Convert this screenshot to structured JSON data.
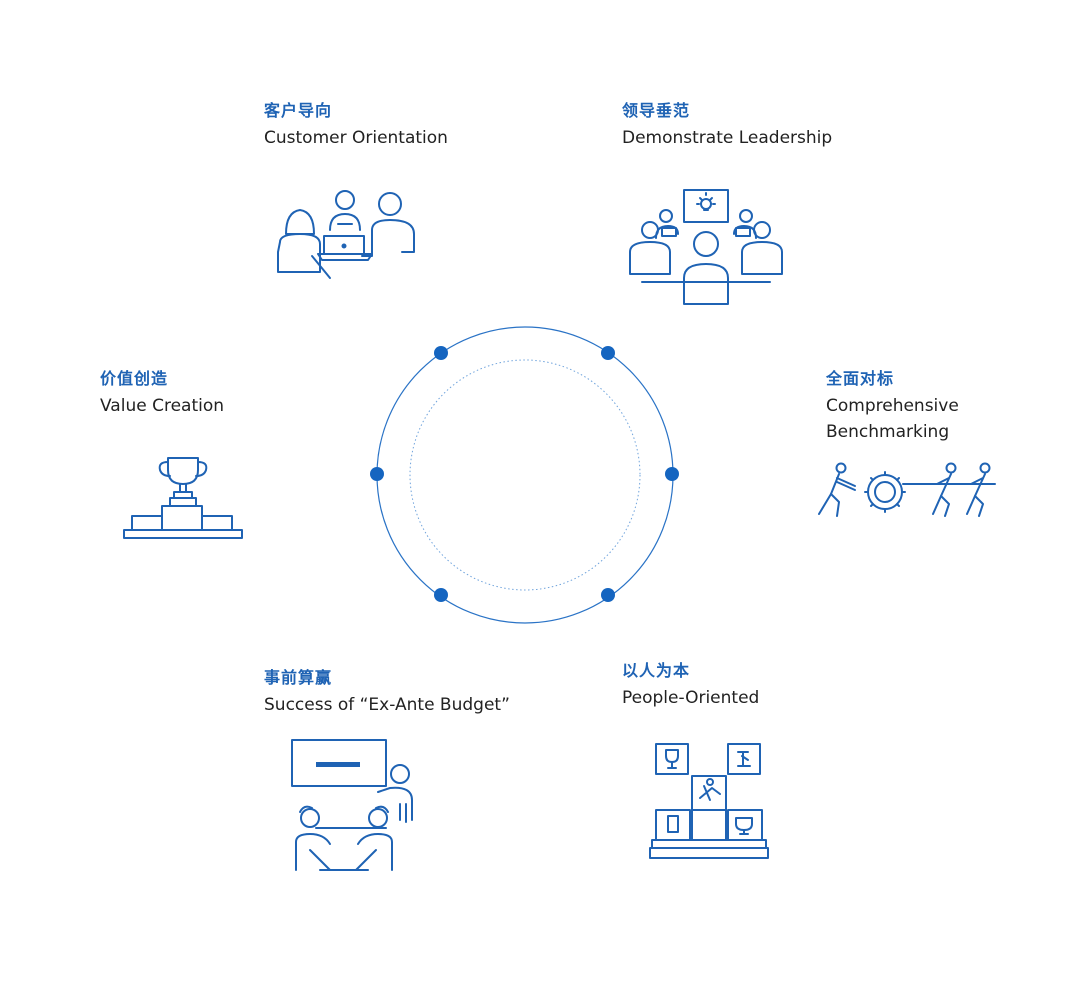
{
  "accent_color": "#1f63b4",
  "center_ring": {
    "outer_circle_color": "#2a73c6",
    "inner_dotted_circle_color": "#6fa3dc",
    "node_color": "#1565c0"
  },
  "values": {
    "customer": {
      "zh": "客户导向",
      "en": "Customer Orientation",
      "icon": "customer-meeting-icon"
    },
    "leadership": {
      "zh": "领导垂范",
      "en": "Demonstrate Leadership",
      "icon": "leader-presentation-icon"
    },
    "benchmarking": {
      "zh": "全面对标",
      "en_line1": "Comprehensive",
      "en_line2": "Benchmarking",
      "icon": "tug-of-war-gear-icon"
    },
    "people": {
      "zh": "以人为本",
      "en": "People-Oriented",
      "icon": "trophy-blocks-icon"
    },
    "budget": {
      "zh": "事前算赢",
      "en": "Success of “Ex-Ante Budget”",
      "icon": "budget-planning-icon"
    },
    "value": {
      "zh": "价值创造",
      "en": "Value Creation",
      "icon": "trophy-podium-icon"
    }
  }
}
